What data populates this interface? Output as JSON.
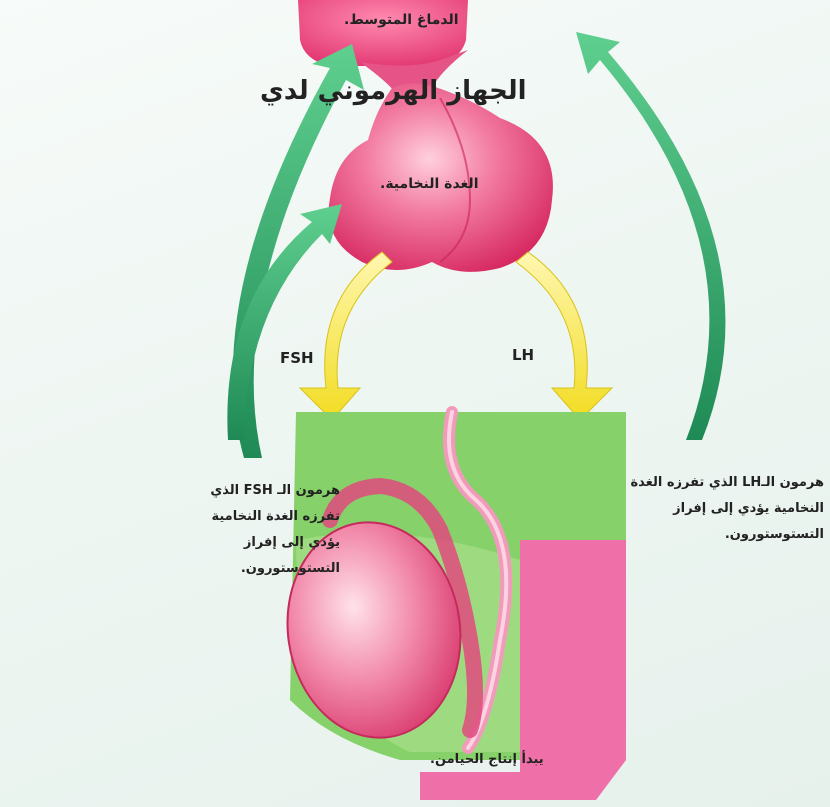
{
  "title": "الجهاز الهرموني لدي",
  "labels": {
    "midbrain": "الدماغ المتوسط.",
    "pituitary": "الغدة النخامية.",
    "fsh": "FSH",
    "lh": "LH",
    "sperm_start": "يبدأ إنتاج الحيامن."
  },
  "descriptions": {
    "fsh_text": "هرمون الـ FSH الذي تفرزه الغدة النخامية يؤدي إلى إفراز التستوستورون.",
    "lh_text": "هرمون الـLH الذي تفرزه الغدة النخامية يؤدي إلى إفراز التستوستورون."
  },
  "colors": {
    "feedback_arrows": "#3aa66c",
    "hormone_arrows": "#f2e23a",
    "tissue": "#e9457a",
    "green_panel": "#86d16a",
    "pink_panel": "#ef6fa8"
  }
}
